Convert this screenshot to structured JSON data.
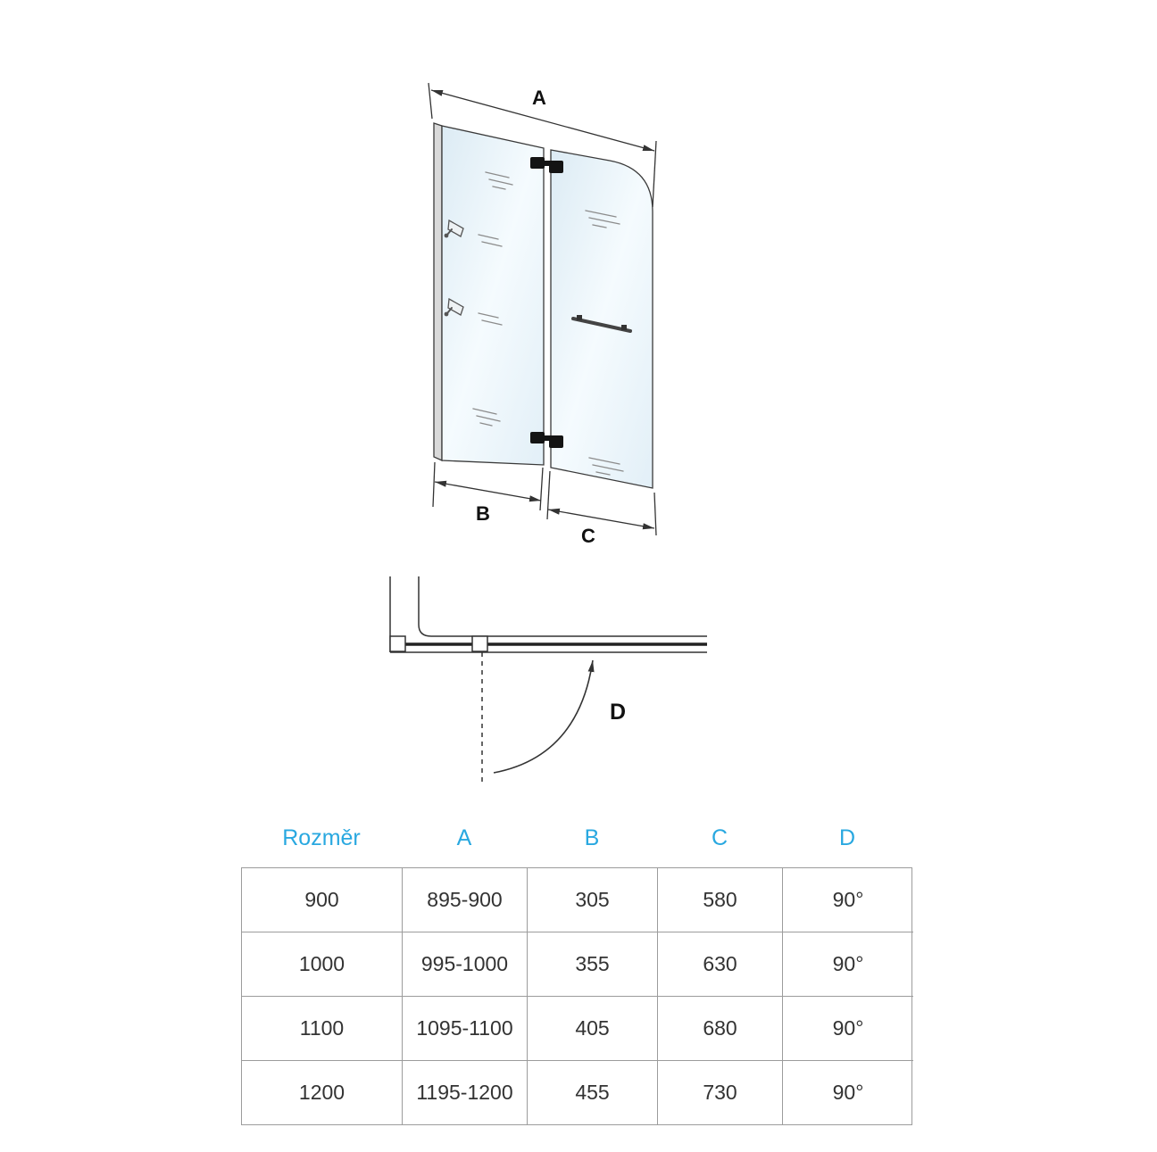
{
  "colors": {
    "accent": "#29a8e0",
    "line": "#333333",
    "glass_tint": "#e4f1f8"
  },
  "drawing": {
    "dim_a_label": "A",
    "dim_b_label": "B",
    "dim_c_label": "C",
    "angle_label": "D"
  },
  "table": {
    "headers": [
      "Rozměr",
      "A",
      "B",
      "C",
      "D"
    ],
    "rows": [
      [
        "900",
        "895-900",
        "305",
        "580",
        "90°"
      ],
      [
        "1000",
        "995-1000",
        "355",
        "630",
        "90°"
      ],
      [
        "1100",
        "1095-1100",
        "405",
        "680",
        "90°"
      ],
      [
        "1200",
        "1195-1200",
        "455",
        "730",
        "90°"
      ]
    ]
  }
}
